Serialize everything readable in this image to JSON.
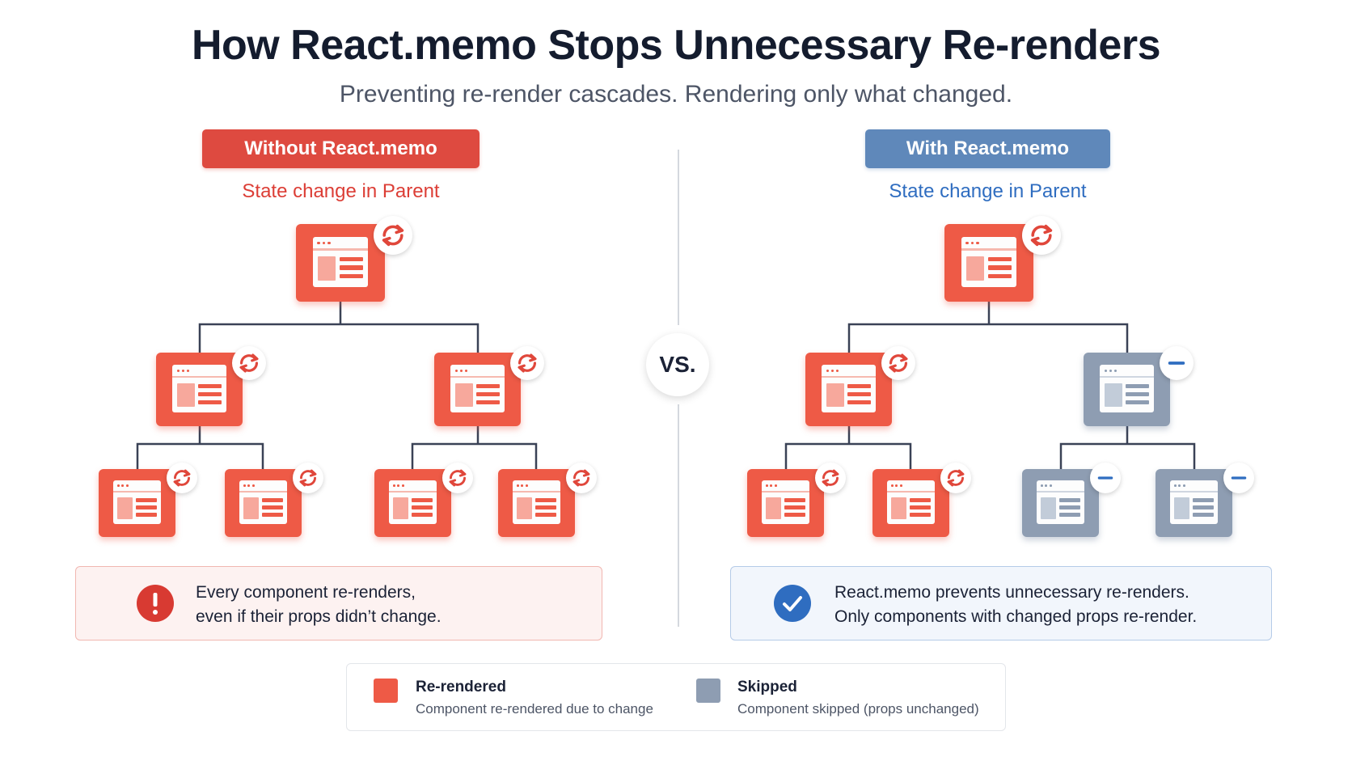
{
  "title": "How React.memo Stops Unnecessary Re-renders",
  "subtitle": "Preventing re-render cascades. Rendering only what changed.",
  "left": {
    "heading": "Without React.memo",
    "state_label": "State change in Parent",
    "note_line1": "Every component re-renders,",
    "note_line2": "even if their props didn’t change.",
    "node_states": [
      "re-rendered",
      "re-rendered",
      "re-rendered",
      "re-rendered",
      "re-rendered",
      "re-rendered",
      "re-rendered"
    ]
  },
  "right": {
    "heading": "With React.memo",
    "state_label": "State change in Parent",
    "note_line1": "React.memo prevents unnecessary re-renders.",
    "note_line2": "Only components with changed props re-render.",
    "node_states": [
      "re-rendered",
      "re-rendered",
      "skipped",
      "re-rendered",
      "re-rendered",
      "skipped",
      "skipped"
    ]
  },
  "vs_label": "VS.",
  "legend": {
    "rerendered_label": "Re-rendered",
    "rerendered_desc": "Component re-rendered due to change",
    "skipped_label": "Skipped",
    "skipped_desc": "Component skipped (props unchanged)"
  },
  "colors": {
    "rerendered": "#ee5a46",
    "skipped": "#8e9db2",
    "left_accent": "#de4a40",
    "right_accent": "#5f88ba"
  },
  "icons": {
    "rerendered_badge": "refresh-icon",
    "skipped_badge": "minus-icon",
    "left_note": "exclamation-icon",
    "right_note": "check-icon"
  }
}
